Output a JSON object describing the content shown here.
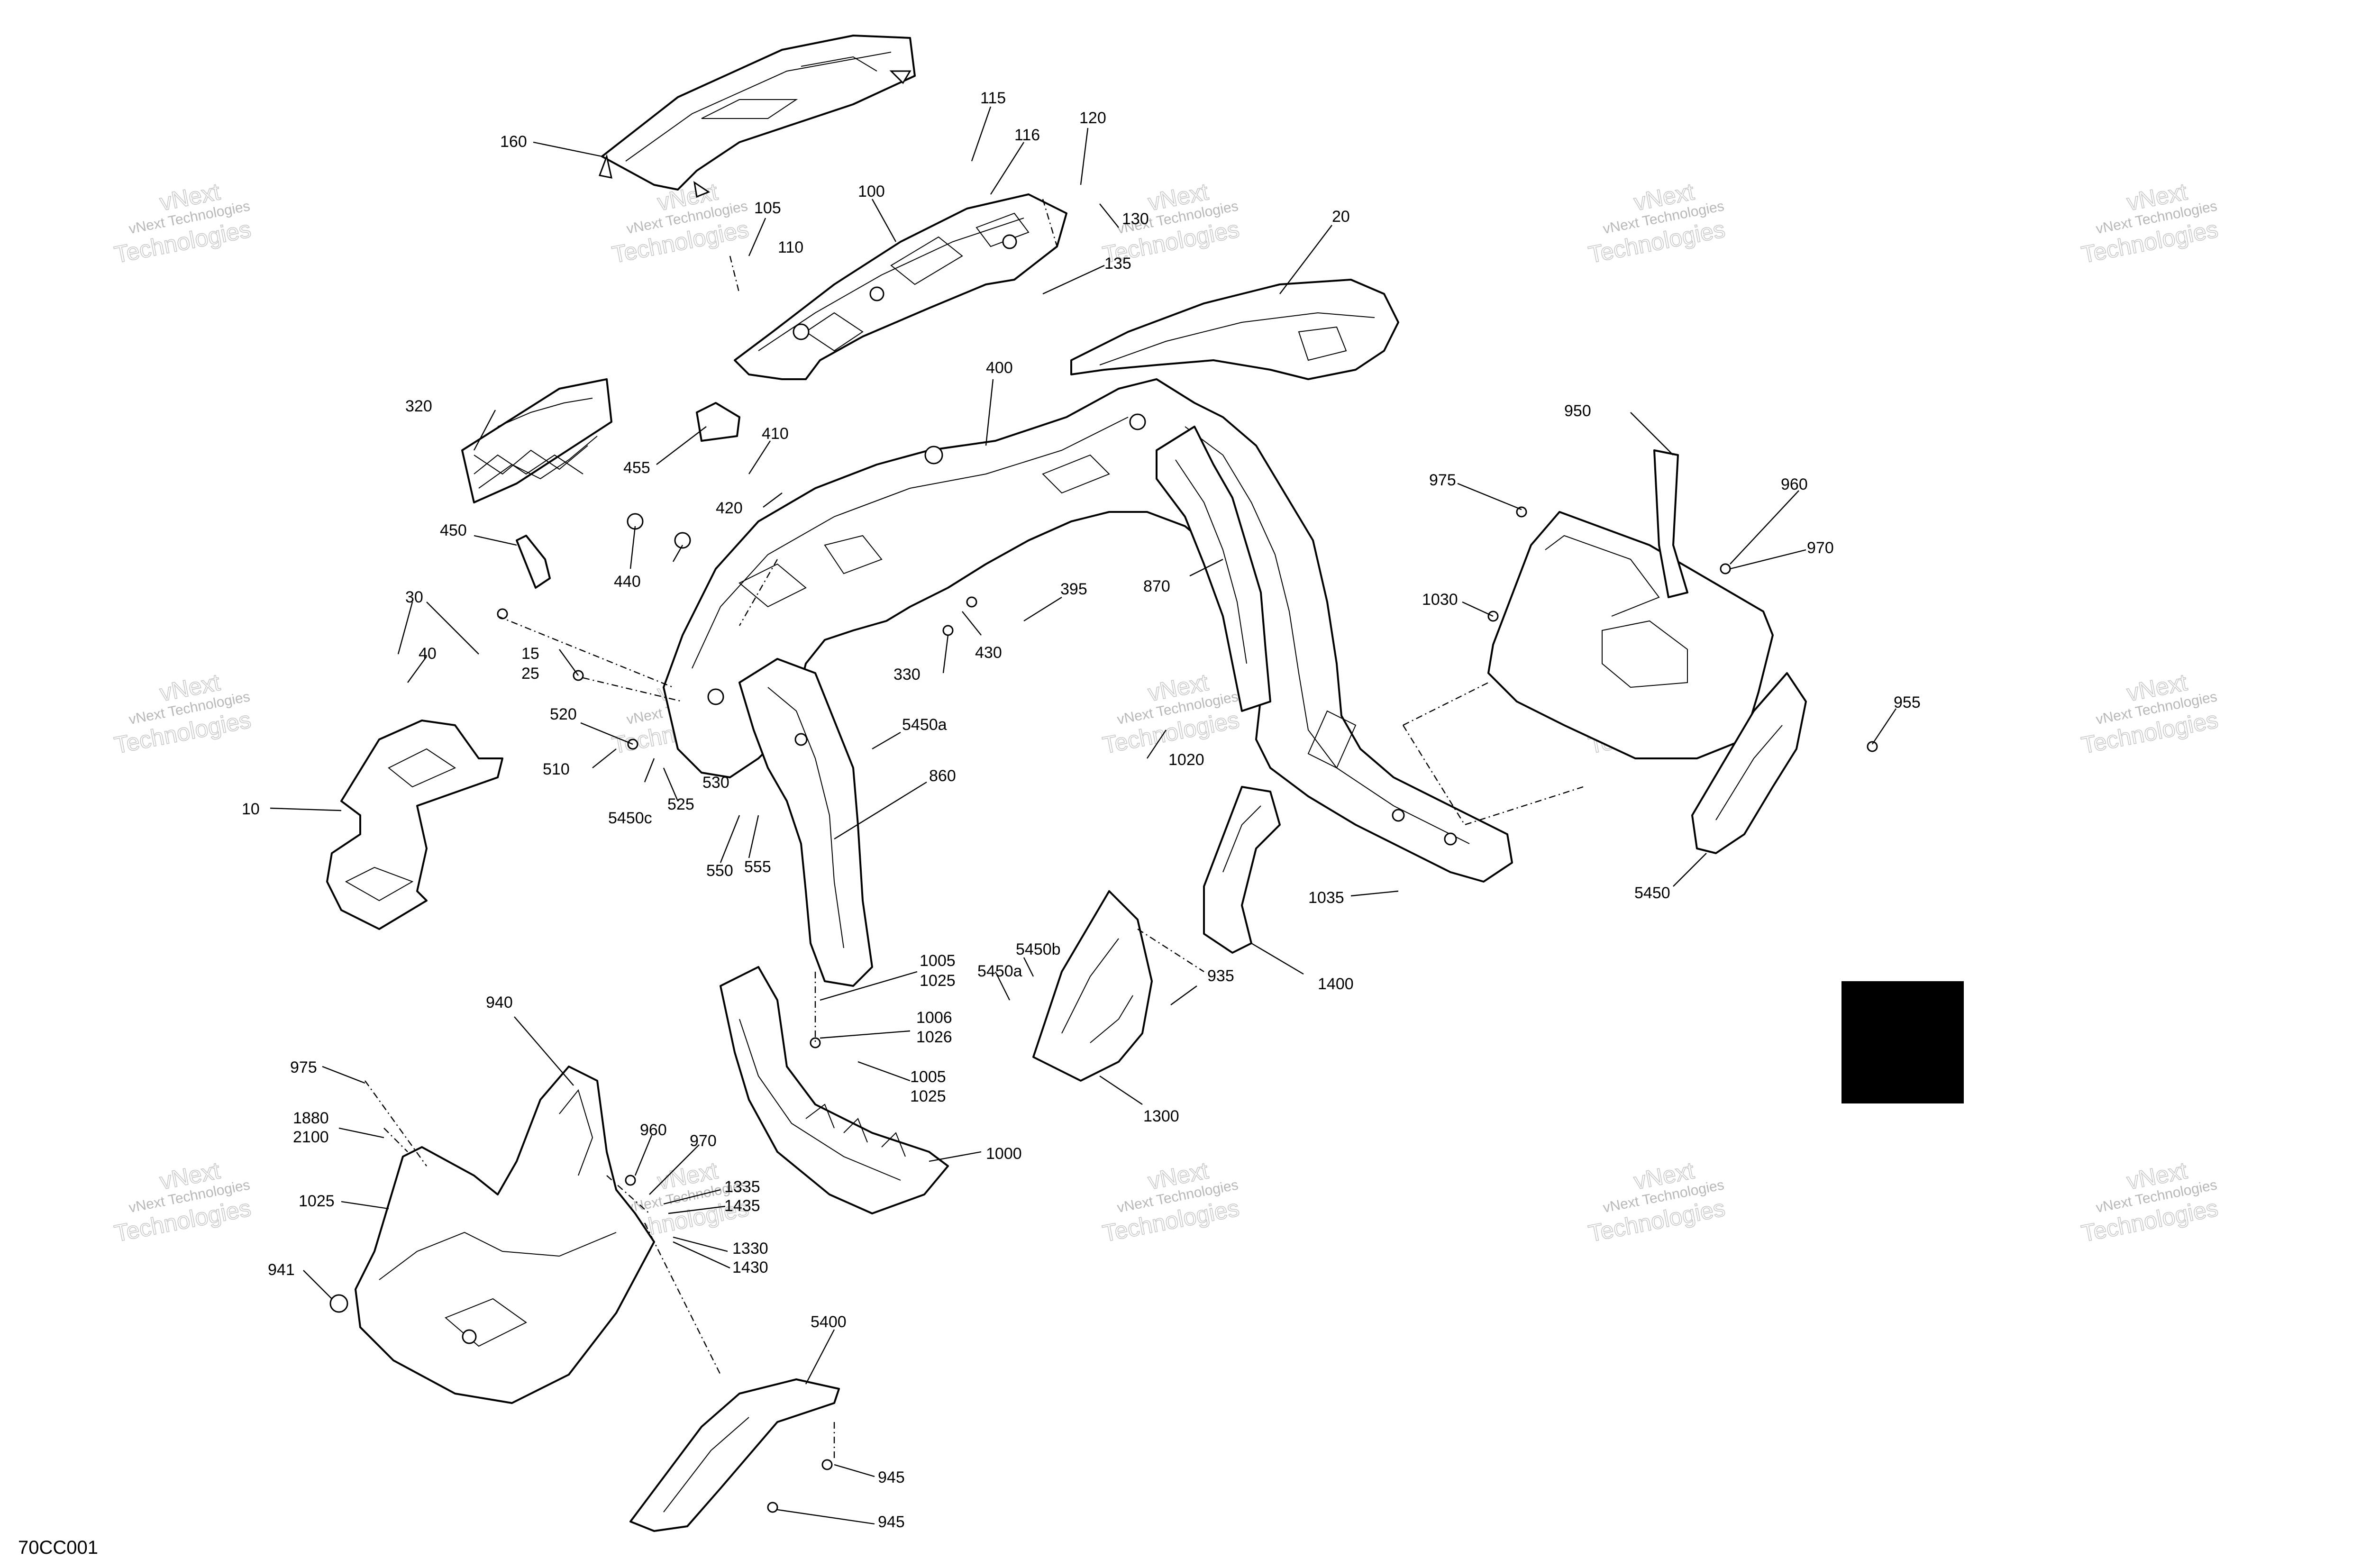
{
  "drawing_code": "70CC001",
  "watermark": {
    "line1": "vNext Technologies",
    "line2": "Technologies",
    "overlay": "vNext"
  },
  "callouts": {
    "c160": "160",
    "c115": "115",
    "c116": "116",
    "c120": "120",
    "c100": "100",
    "c105": "105",
    "c110": "110",
    "c130": "130",
    "c135": "135",
    "c20": "20",
    "c400": "400",
    "c320": "320",
    "c455": "455",
    "c410": "410",
    "c420": "420",
    "c450": "450",
    "c440": "440",
    "c870": "870",
    "c395": "395",
    "c430": "430",
    "c330": "330",
    "c950": "950",
    "c975a": "975",
    "c960a": "960",
    "c970a": "970",
    "c1030": "1030",
    "c955": "955",
    "c5450": "5450",
    "c30": "30",
    "c40": "40",
    "c15": "15",
    "c25": "25",
    "c520": "520",
    "c510": "510",
    "c5450c": "5450c",
    "c525": "525",
    "c530": "530",
    "c5450a1": "5450a",
    "c860": "860",
    "c550": "550",
    "c555": "555",
    "c10": "10",
    "c1020": "1020",
    "c1035": "1035",
    "c1400": "1400",
    "c5450b": "5450b",
    "c5450a2": "5450a",
    "c935": "935",
    "c1300": "1300",
    "c1005a": "1005",
    "c1025a": "1025",
    "c1006": "1006",
    "c1026": "1026",
    "c1005b": "1005",
    "c1025b": "1025",
    "c1000": "1000",
    "c940": "940",
    "c975b": "975",
    "c1880": "1880",
    "c2100": "2100",
    "c1025c": "1025",
    "c941": "941",
    "c960b": "960",
    "c970b": "970",
    "c1335": "1335",
    "c1435": "1435",
    "c1330": "1330",
    "c1430": "1430",
    "c5400": "5400",
    "c945a": "945",
    "c945b": "945"
  },
  "legend_box_color": "#000000"
}
